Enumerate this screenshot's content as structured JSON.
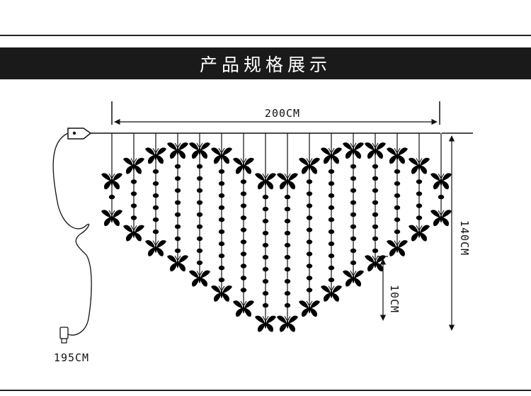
{
  "header": {
    "title": "产品规格展示"
  },
  "dimensions": {
    "width_label": "200CM",
    "height_label": "140CM",
    "spacing_label": "10CM",
    "cable_label": "195CM"
  },
  "colors": {
    "ink": "#111111",
    "banner_bg": "#1a1a1a",
    "banner_text": "#ffffff"
  },
  "icons": [
    "controller-icon",
    "usb-plug-icon",
    "butterfly-icon",
    "bulb-icon"
  ]
}
